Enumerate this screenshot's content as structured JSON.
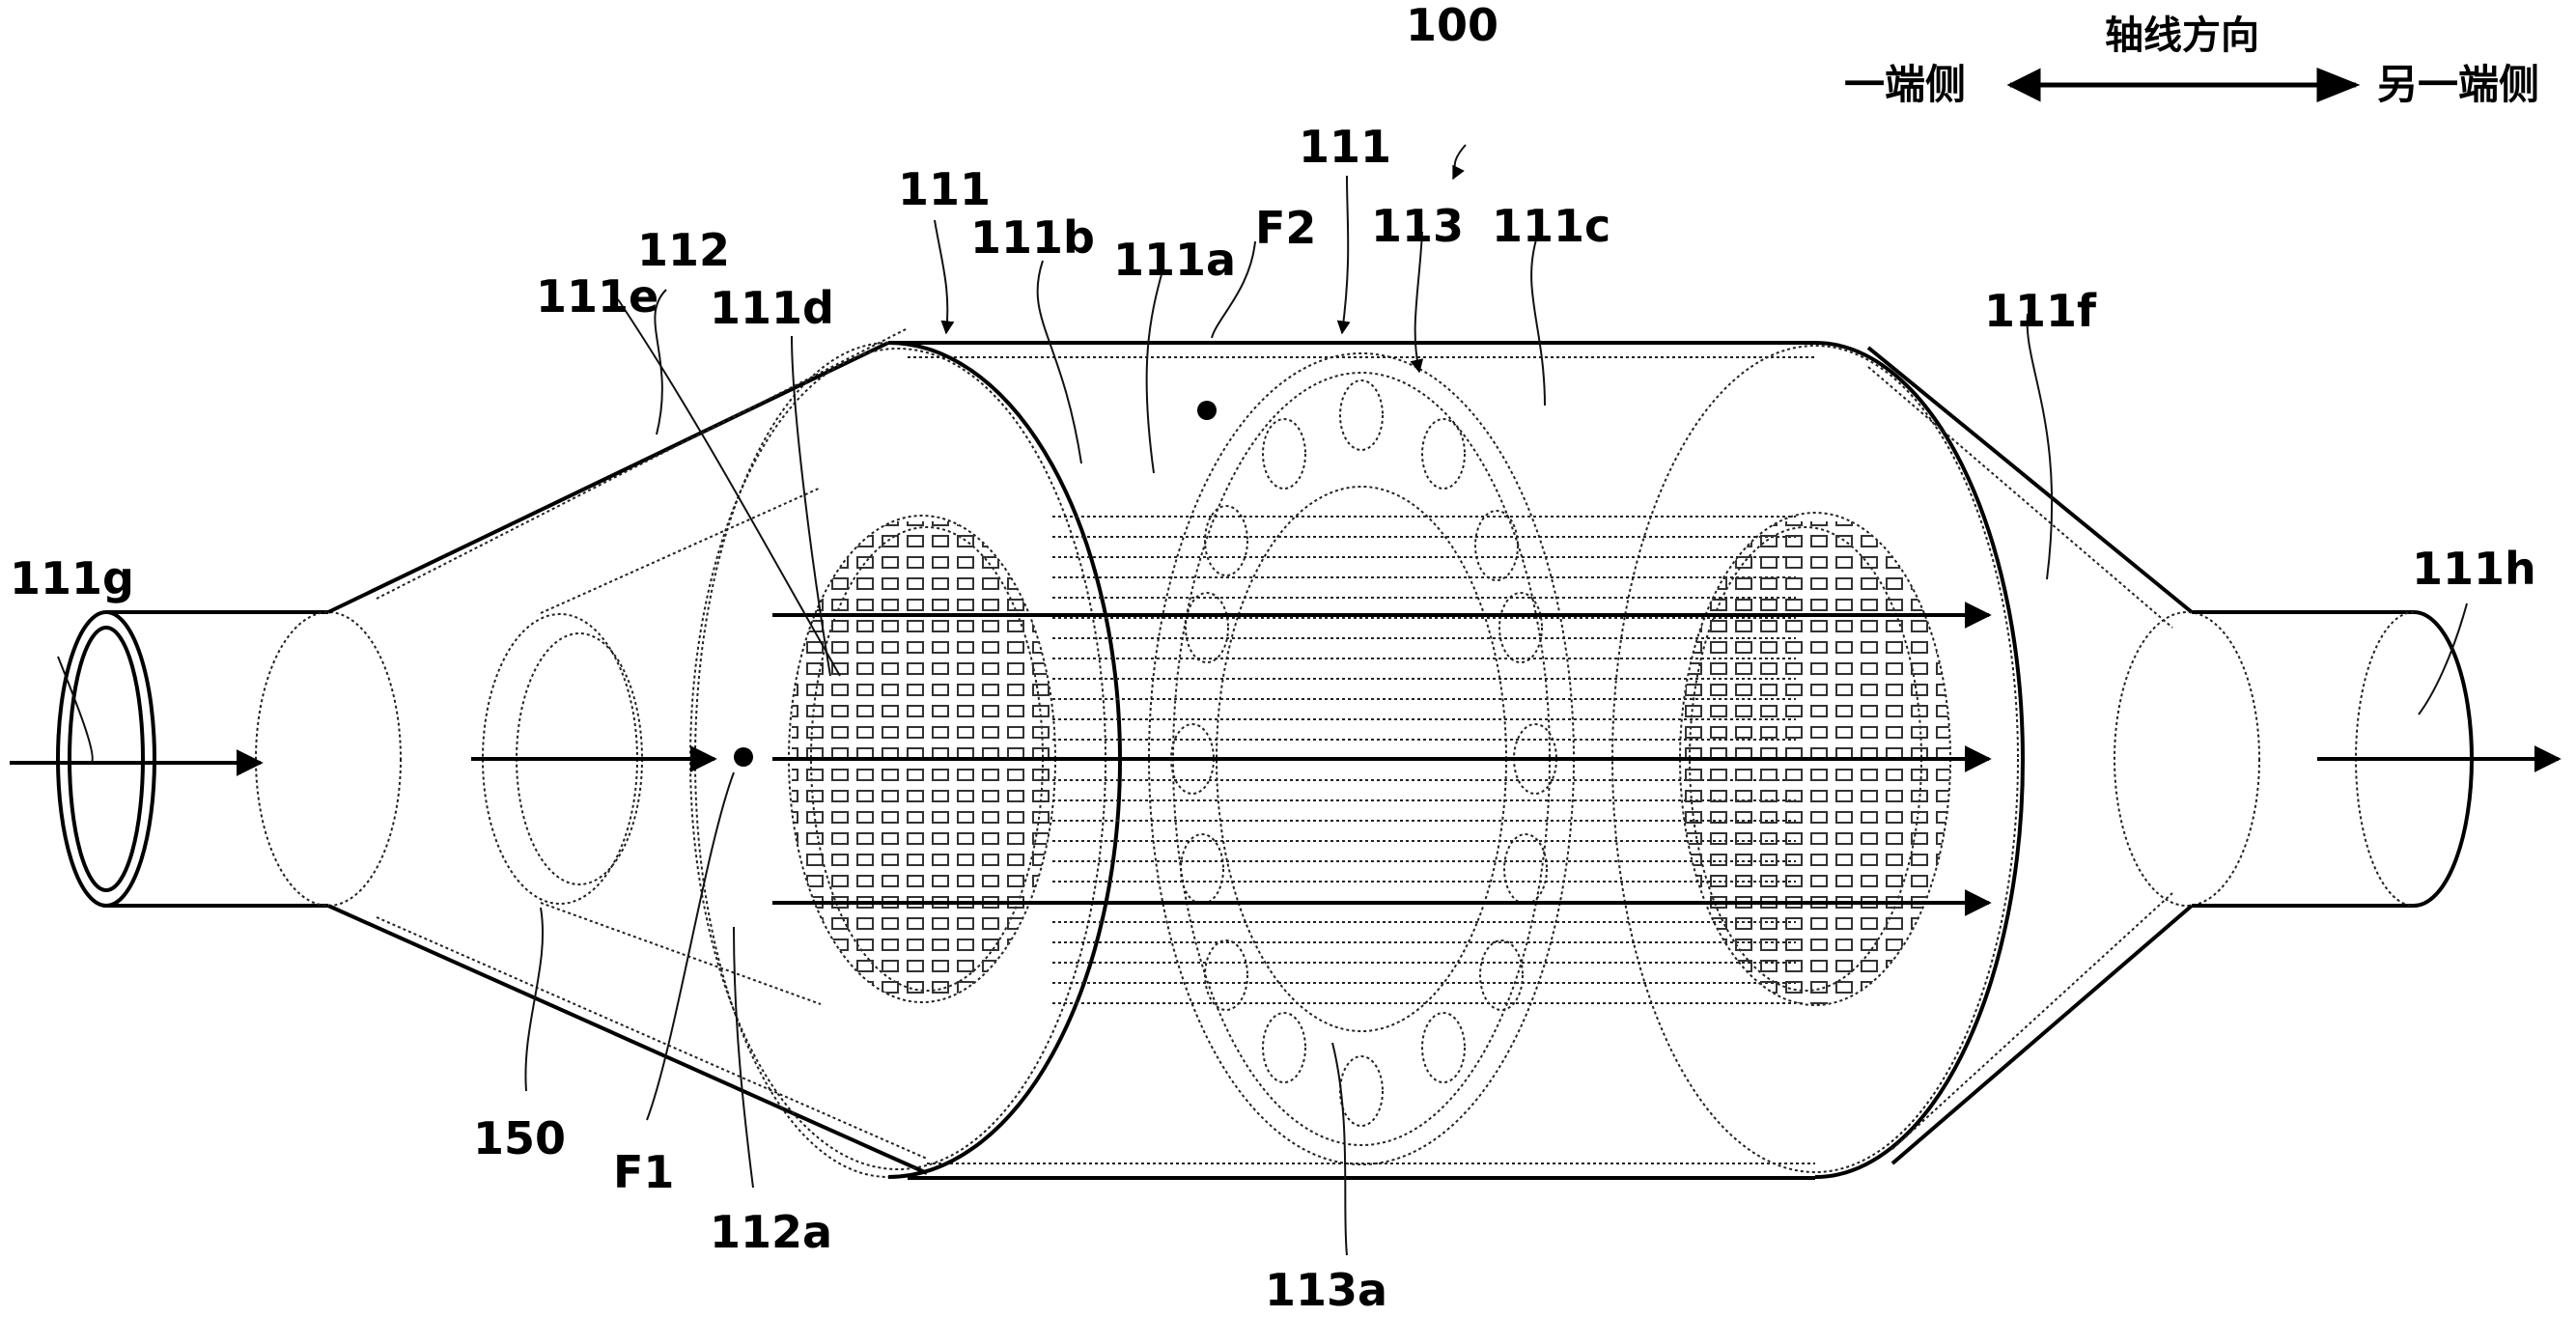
{
  "labels": {
    "ref_100": "100",
    "ref_111_left": "111",
    "ref_111_mid": "111",
    "ref_111a": "111a",
    "ref_111b": "111b",
    "ref_111c": "111c",
    "ref_111d": "111d",
    "ref_111e": "111e",
    "ref_111f": "111f",
    "ref_111g": "111g",
    "ref_111h": "111h",
    "ref_112": "112",
    "ref_112a": "112a",
    "ref_113": "113",
    "ref_113a": "113a",
    "ref_150": "150",
    "ref_F1": "F1",
    "ref_F2": "F2"
  },
  "axis_legend": {
    "title": "轴线方向",
    "left": "一端侧",
    "right": "另一端侧"
  }
}
